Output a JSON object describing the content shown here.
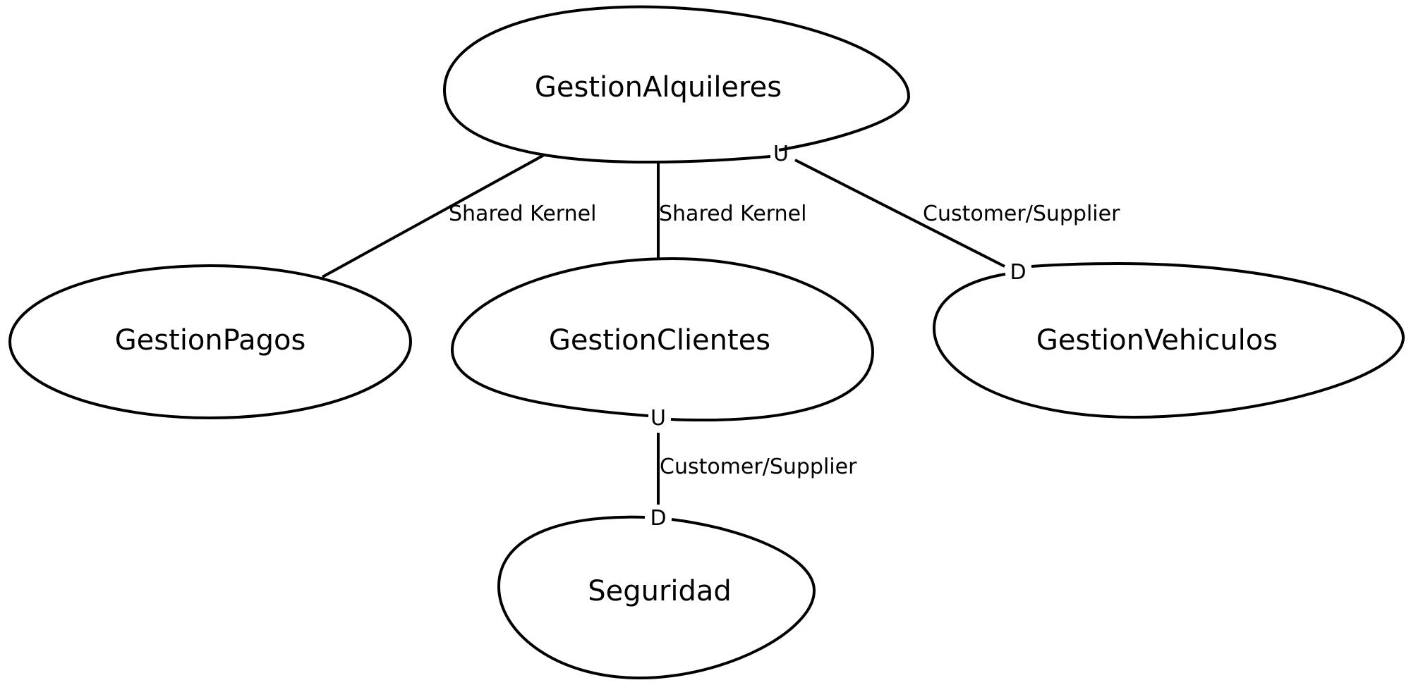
{
  "diagram": {
    "contexts": {
      "alquileres": "GestionAlquileres",
      "pagos": "GestionPagos",
      "clientes": "GestionClientes",
      "vehiculos": "GestionVehiculos",
      "seguridad": "Seguridad"
    },
    "relationships": {
      "alquileres_pagos": "Shared Kernel",
      "alquileres_clientes": "Shared Kernel",
      "alquileres_vehiculos": "Customer/Supplier",
      "clientes_seguridad": "Customer/Supplier"
    },
    "markers": {
      "alquileres_vehiculos_upstream": "U",
      "alquileres_vehiculos_downstream": "D",
      "clientes_seguridad_upstream": "U",
      "clientes_seguridad_downstream": "D"
    }
  }
}
